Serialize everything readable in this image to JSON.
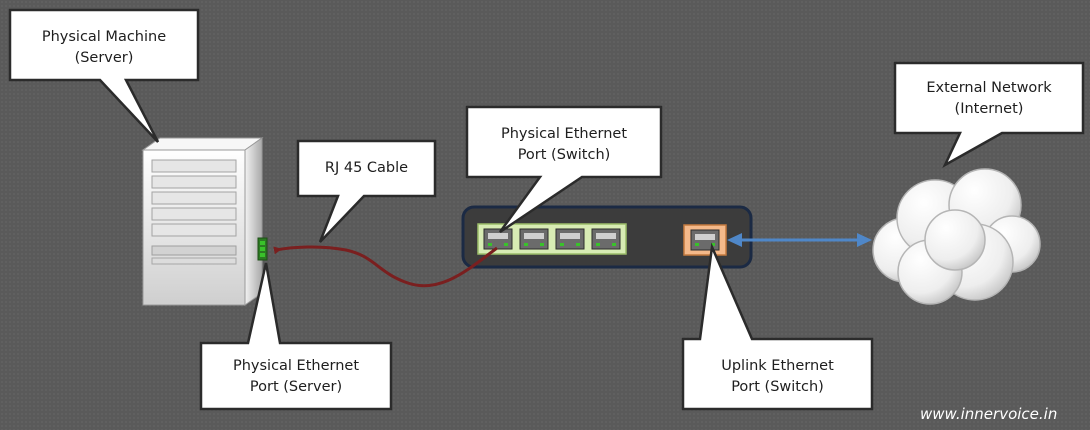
{
  "callouts": {
    "server": {
      "line1": "Physical Machine",
      "line2": "(Server)"
    },
    "cable": {
      "line1": "RJ 45 Cable"
    },
    "switch_ports": {
      "line1": "Physical Ethernet",
      "line2": "Port (Switch)"
    },
    "internet": {
      "line1": "External Network",
      "line2": "(Internet)"
    },
    "server_port": {
      "line1": "Physical Ethernet",
      "line2": "Port (Server)"
    },
    "uplink_port": {
      "line1": "Uplink Ethernet",
      "line2": "Port (Switch)"
    }
  },
  "watermark": "www.innervoice.in",
  "colors": {
    "background": "#5a5a5a",
    "callout_fill": "#ffffff",
    "cable": "#7a1f1f",
    "uplink_link": "#4f87c8",
    "switch_ports_fill": "#d8ecb4",
    "uplink_port_fill": "#f4b98a",
    "switch_body": "#3c3c3c",
    "switch_border": "#1b2a44",
    "server_port": "#39c22a"
  }
}
